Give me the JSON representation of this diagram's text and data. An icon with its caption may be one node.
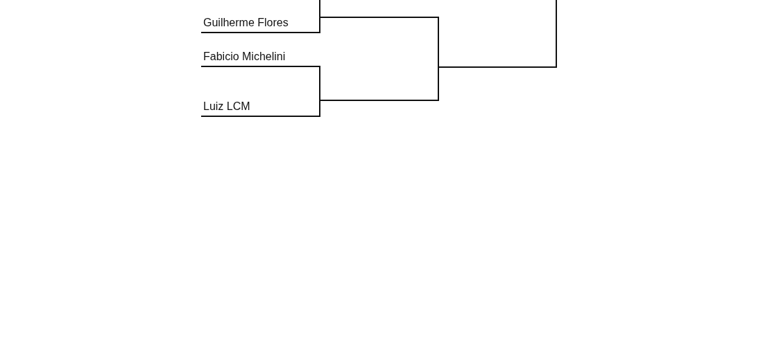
{
  "diagram": {
    "nodes": [
      {
        "text": [
          "Guilherme Flores"
        ]
      },
      {
        "text": [
          "Fabicio Michelini"
        ]
      },
      {
        "text": [
          "Luiz LCM"
        ]
      }
    ],
    "edges": [
      {
        "from": 0,
        "to": null,
        "arrow": "none"
      },
      {
        "from": 1,
        "to": 2,
        "arrow": "none"
      },
      {
        "from": 0,
        "to": 2,
        "arrow": "none"
      }
    ]
  }
}
